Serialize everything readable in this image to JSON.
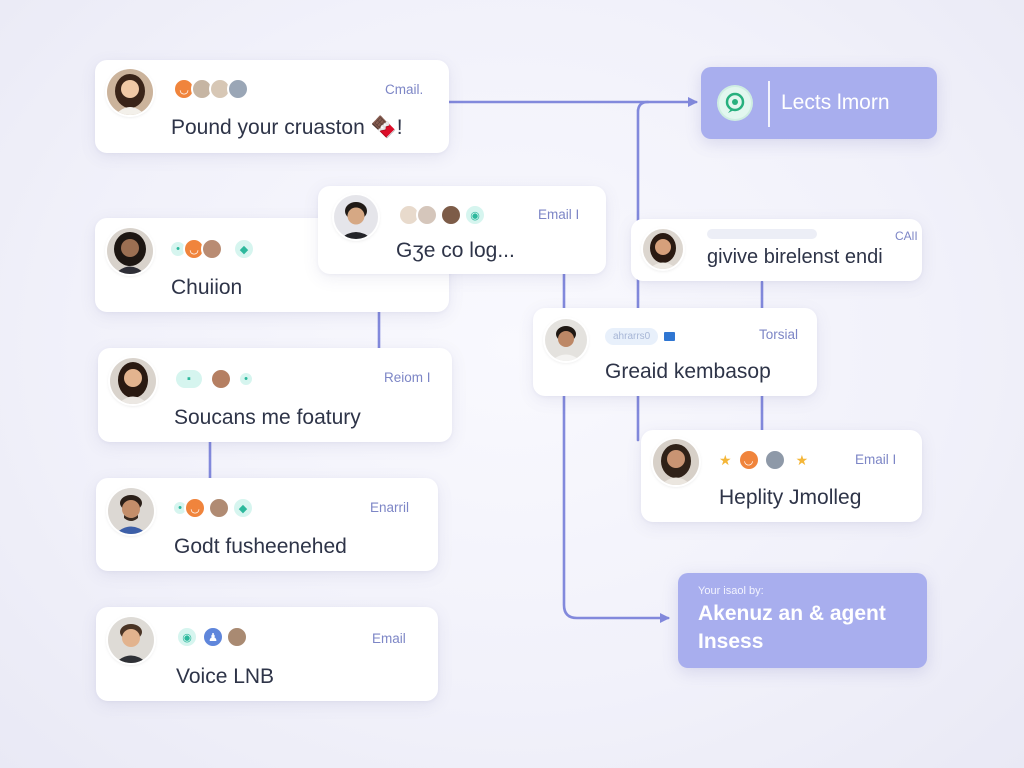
{
  "cards": [
    {
      "id": "c1",
      "label": "Cmail.",
      "title": "Pound your cruaston 🍫!"
    },
    {
      "id": "c2",
      "label": "",
      "title": "Chuiion"
    },
    {
      "id": "c3",
      "label": "Email I",
      "title": "Gʒe co log..."
    },
    {
      "id": "c4",
      "label": "Reiom I",
      "title": "Soucans me foatury"
    },
    {
      "id": "c5",
      "label": "Enarril",
      "title": "Godt fusheenehed"
    },
    {
      "id": "c6",
      "label": "Email",
      "title": "Voice LNB"
    },
    {
      "id": "c7",
      "label": "CAlI",
      "title": "givive birelenst endi"
    },
    {
      "id": "c8",
      "label": "Torsial",
      "pill": "ahrarrs0",
      "title": "Greaid kembasop"
    },
    {
      "id": "c9",
      "label": "Email I",
      "title": "Heplity  Jmolleg"
    }
  ],
  "cta_top": {
    "label": "Lects lmorn"
  },
  "cta_bottom": {
    "sublabel": "Your isaol by:",
    "title": "Akenuz an & agent Insess"
  },
  "colors": {
    "connector": "#8289dc",
    "cta": "#a8aeee",
    "label": "#7d86c6",
    "title": "#2e3448"
  },
  "icons": [
    "avatar",
    "chat-bubble-icon",
    "star-icon",
    "arrow-icon"
  ]
}
